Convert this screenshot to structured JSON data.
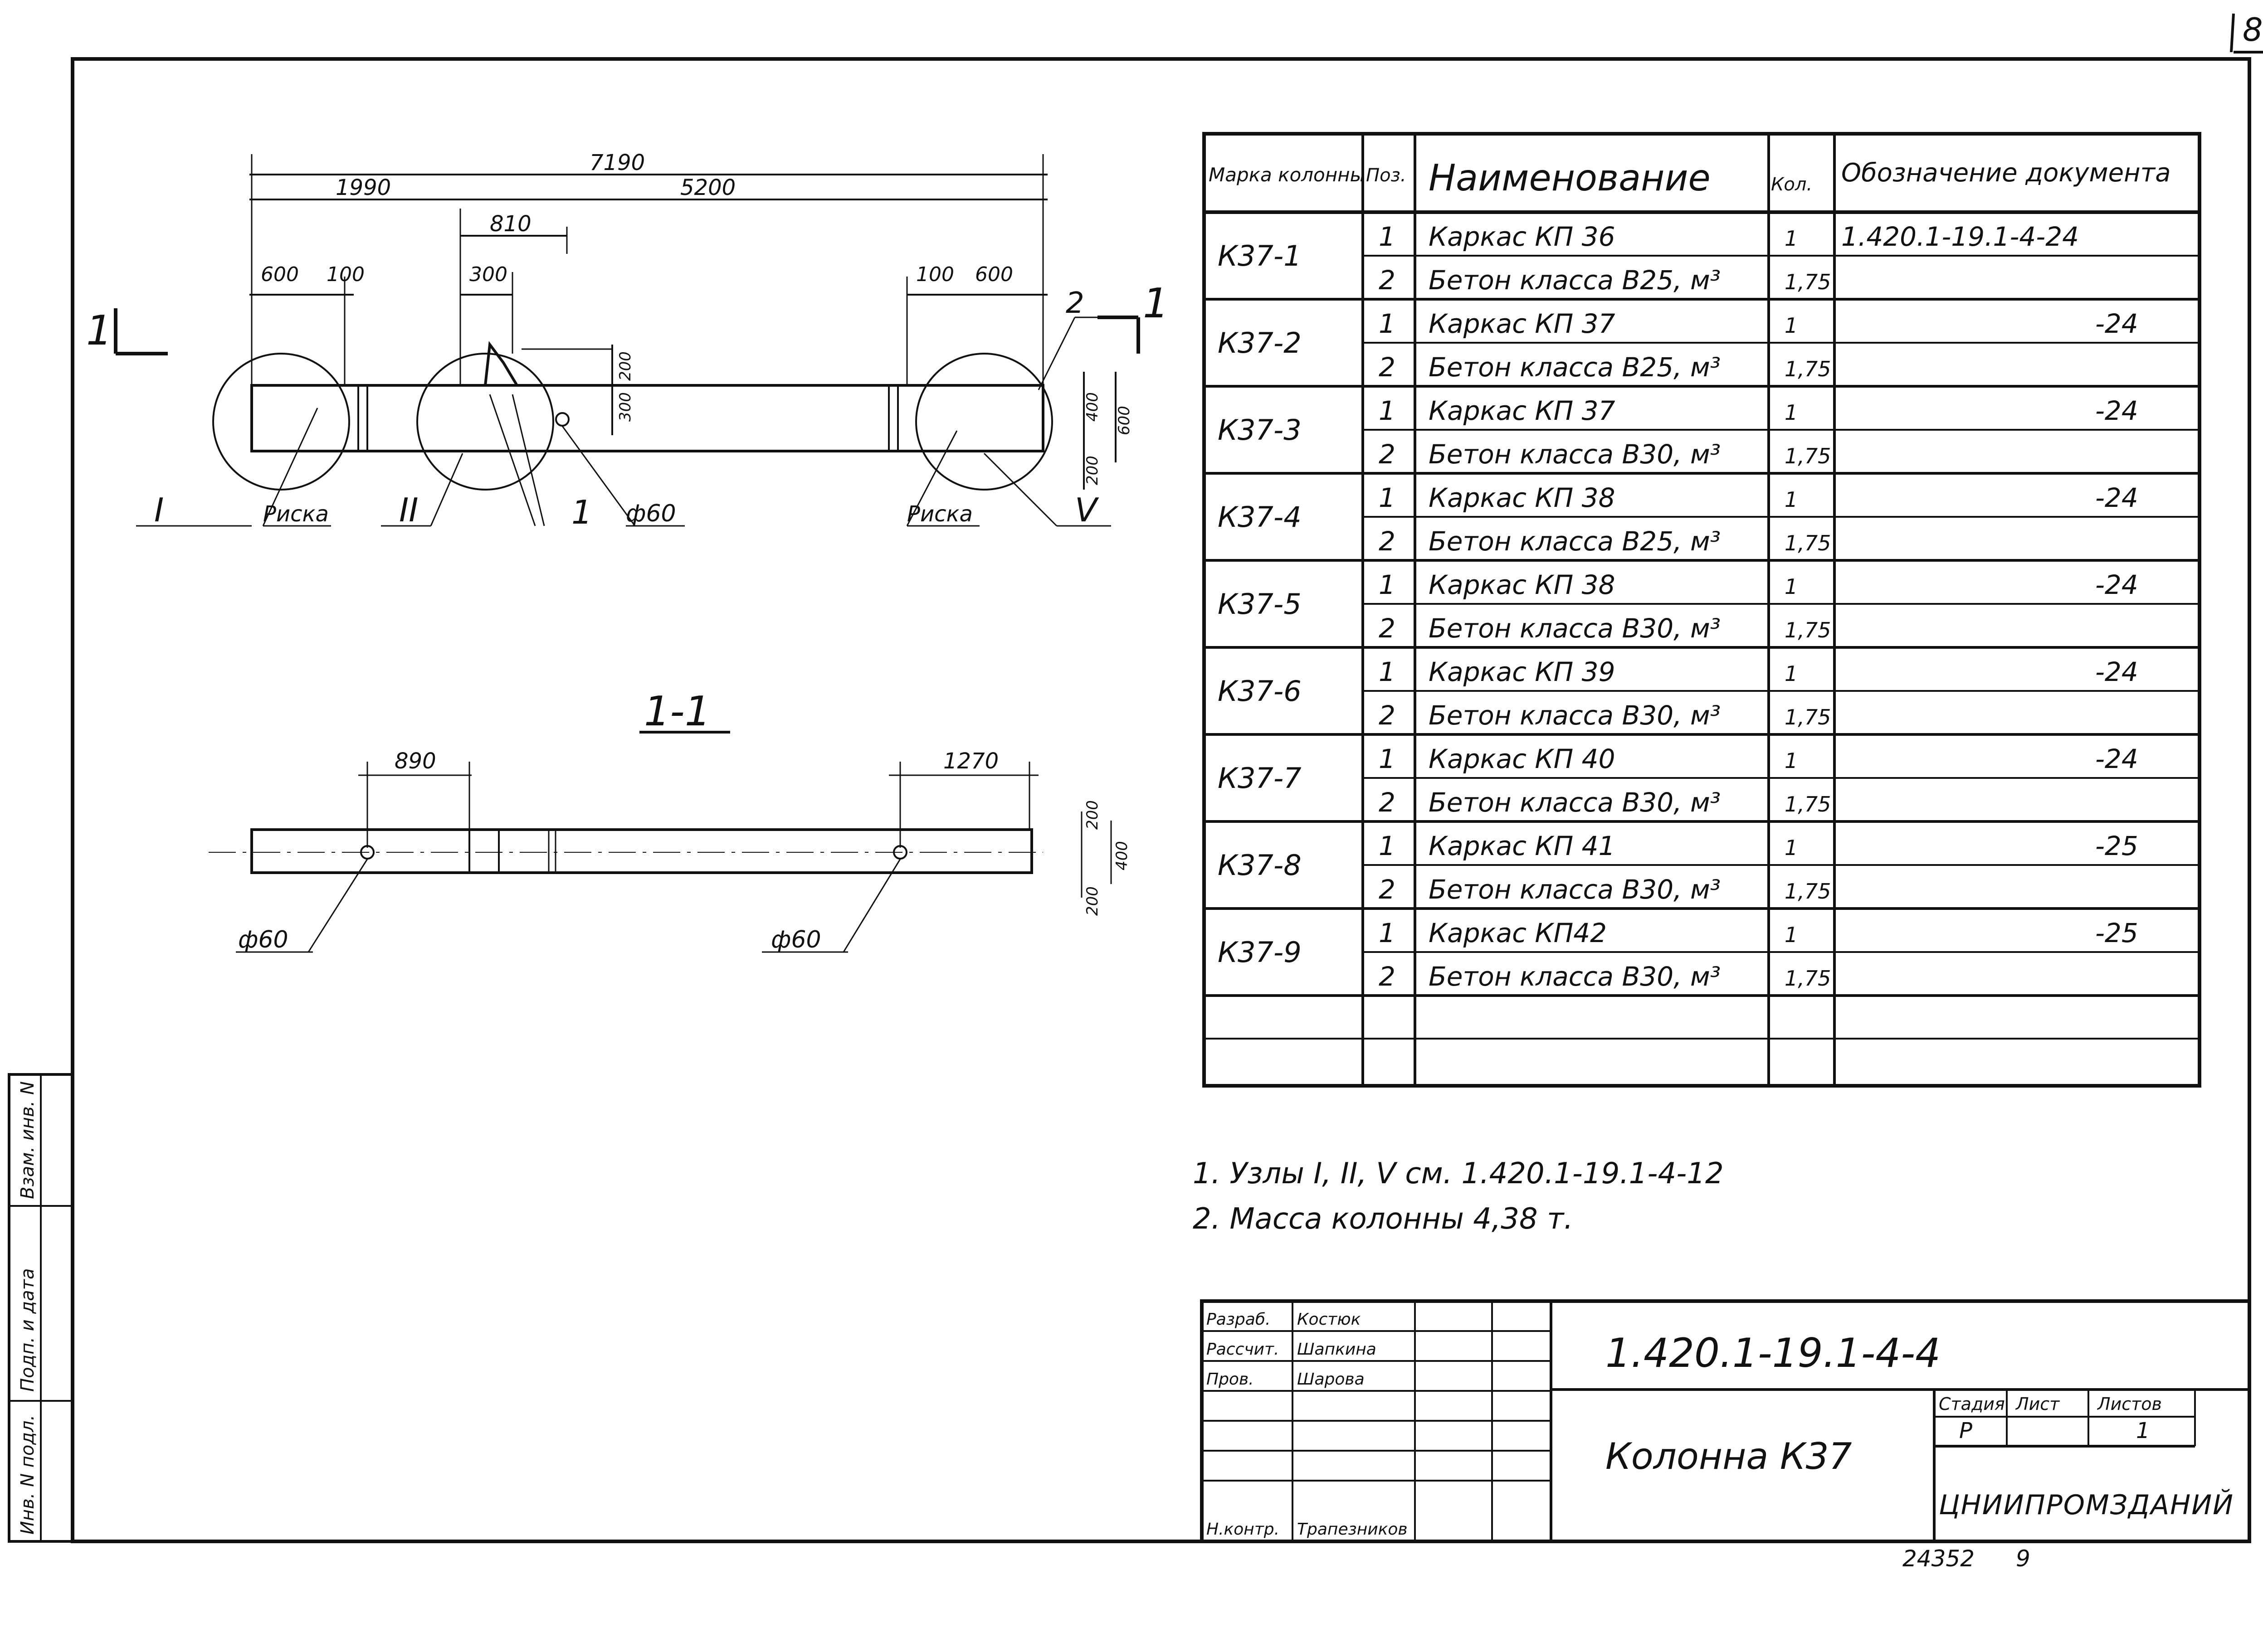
{
  "sheet_number": "8",
  "drawing": {
    "overall_length": "7190",
    "segment_left": "1990",
    "segment_right": "5200",
    "dim_810": "810",
    "dim_600_left": "600",
    "dim_100_left": "100",
    "dim_300": "300",
    "dim_100_right": "100",
    "dim_600_right": "600",
    "dim_200_top": "200",
    "dim_300_v": "300",
    "dim_400": "400",
    "dim_600_v": "600",
    "dim_200_bottom": "200",
    "section_mark": "1",
    "leader_2": "2",
    "leader_1": "1",
    "node_I": "I",
    "node_II": "II",
    "node_V": "V",
    "risk_left": "Риска",
    "risk_right": "Риска",
    "hole_dia": "ф60",
    "section_title": "1-1",
    "section_dim_890": "890",
    "section_dim_1270": "1270",
    "section_dim_200_top": "200",
    "section_dim_400": "400",
    "section_dim_200_bottom": "200",
    "section_hole_left": "ф60",
    "section_hole_right": "ф60"
  },
  "spec_table": {
    "headers": [
      "Марка колонны",
      "Поз.",
      "Наименование",
      "Кол.",
      "Обозначение документа"
    ],
    "groups": [
      {
        "mark": "К37-1",
        "rows": [
          {
            "pos": "1",
            "name": "Каркас КП 36",
            "qty": "1",
            "doc": "1.420.1-19.1-4-24"
          },
          {
            "pos": "2",
            "name": "Бетон класса В25, м³",
            "qty": "1,75",
            "doc": ""
          }
        ]
      },
      {
        "mark": "К37-2",
        "rows": [
          {
            "pos": "1",
            "name": "Каркас КП 37",
            "qty": "1",
            "doc": "-24"
          },
          {
            "pos": "2",
            "name": "Бетон класса В25, м³",
            "qty": "1,75",
            "doc": ""
          }
        ]
      },
      {
        "mark": "К37-3",
        "rows": [
          {
            "pos": "1",
            "name": "Каркас КП 37",
            "qty": "1",
            "doc": "-24"
          },
          {
            "pos": "2",
            "name": "Бетон класса В30, м³",
            "qty": "1,75",
            "doc": ""
          }
        ]
      },
      {
        "mark": "К37-4",
        "rows": [
          {
            "pos": "1",
            "name": "Каркас КП 38",
            "qty": "1",
            "doc": "-24"
          },
          {
            "pos": "2",
            "name": "Бетон класса В25, м³",
            "qty": "1,75",
            "doc": ""
          }
        ]
      },
      {
        "mark": "К37-5",
        "rows": [
          {
            "pos": "1",
            "name": "Каркас КП 38",
            "qty": "1",
            "doc": "-24"
          },
          {
            "pos": "2",
            "name": "Бетон класса В30, м³",
            "qty": "1,75",
            "doc": ""
          }
        ]
      },
      {
        "mark": "К37-6",
        "rows": [
          {
            "pos": "1",
            "name": "Каркас КП 39",
            "qty": "1",
            "doc": "-24"
          },
          {
            "pos": "2",
            "name": "Бетон класса В30, м³",
            "qty": "1,75",
            "doc": ""
          }
        ]
      },
      {
        "mark": "К37-7",
        "rows": [
          {
            "pos": "1",
            "name": "Каркас КП 40",
            "qty": "1",
            "doc": "-24"
          },
          {
            "pos": "2",
            "name": "Бетон класса В30, м³",
            "qty": "1,75",
            "doc": ""
          }
        ]
      },
      {
        "mark": "К37-8",
        "rows": [
          {
            "pos": "1",
            "name": "Каркас КП 41",
            "qty": "1",
            "doc": "-25"
          },
          {
            "pos": "2",
            "name": "Бетон класса В30, м³",
            "qty": "1,75",
            "doc": ""
          }
        ]
      },
      {
        "mark": "К37-9",
        "rows": [
          {
            "pos": "1",
            "name": "Каркас КП42",
            "qty": "1",
            "doc": "-25"
          },
          {
            "pos": "2",
            "name": "Бетон класса В30, м³",
            "qty": "1,75",
            "doc": ""
          }
        ]
      }
    ]
  },
  "notes": [
    "1.  Узлы I, II, V см. 1.420.1-19.1-4-12",
    "2.  Масса колонны 4,38 т."
  ],
  "title_block": {
    "code": "1.420.1-19.1-4-4",
    "title": "Колонна К37",
    "organization": "ЦНИИПРОМЗДАНИЙ",
    "stage_label": "Стадия",
    "sheet_label": "Лист",
    "sheets_label": "Листов",
    "stage": "Р",
    "sheets": "1",
    "roles": [
      {
        "role": "Разраб.",
        "name": "Костюк"
      },
      {
        "role": "Рассчит.",
        "name": "Шапкина"
      },
      {
        "role": "Пров.",
        "name": "Шарова"
      },
      {
        "role": "",
        "name": ""
      },
      {
        "role": "",
        "name": ""
      },
      {
        "role": "",
        "name": ""
      },
      {
        "role": "Н.контр.",
        "name": "Трапезников"
      }
    ]
  },
  "side_stamp": [
    "Инв. N подл.",
    "Подп. и дата",
    "Взам. инв. N"
  ],
  "footer_number": "24352",
  "footer_format": "9"
}
